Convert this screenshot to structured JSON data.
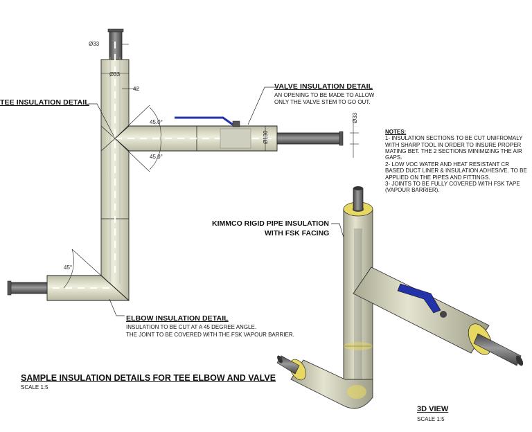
{
  "labels": {
    "tee_title": "TEE INSULATION DETAIL",
    "valve_title": "VALVE INSULATION DETAIL",
    "valve_desc_1": "AN OPENING TO BE MADE TO ALLOW",
    "valve_desc_2": "ONLY THE VALVE STEM TO GO OUT.",
    "elbow_title": "ELBOW INSULATION DETAIL",
    "elbow_desc_1": "INSULATION TO BE CUT AT A 45 DEGREE ANGLE.",
    "elbow_desc_2": "THE JOINT TO BE COVERED WITH THE FSK VAPOUR BARRIER.",
    "kimmco_1": "KIMMCO RIGID PIPE INSULATION",
    "kimmco_2": "WITH FSK FACING",
    "main_title": "SAMPLE INSULATION DETAILS FOR TEE ELBOW AND VALVE",
    "main_scale": "SCALE 1:5",
    "view3d_title": "3D VIEW",
    "view3d_scale": "SCALE 1:5"
  },
  "dimensions": {
    "dia_top": "Ø33",
    "dia_insul": "Ø33",
    "thickness": "42",
    "angle_upper": "45.0°",
    "angle_lower": "45.0°",
    "dia_valve": "Ø33",
    "dia_valve_insul": "Ø130",
    "angle_elbow": "45°"
  },
  "notes": {
    "heading": "NOTES:",
    "lines": [
      "1- INSULATION SECTIONS TO BE CUT UNIFROMALY",
      "WITH SHARP TOOL IN ORDER TO INSURE PROPER",
      "MATING BET. THE 2 SECTIONS MINIMIZING THE AIR",
      "GAPS.",
      "2- LOW VOC WATER AND HEAT RESISTANT CR",
      "BASED DUCT LINER & INSULATION ADHESIVE. TO BE",
      "APPLIED ON THE PIPES AND FITTINGS.",
      "3- JOINTS TO BE FULLY COVERED WITH FSK TAPE",
      "(VAPOUR BARRIER)."
    ]
  },
  "colors": {
    "insulation": "#dcdcc6",
    "pipe": "#6e6e6e",
    "valve_handle": "#2233aa",
    "facing_edge": "#e6d860",
    "line": "#222222"
  }
}
